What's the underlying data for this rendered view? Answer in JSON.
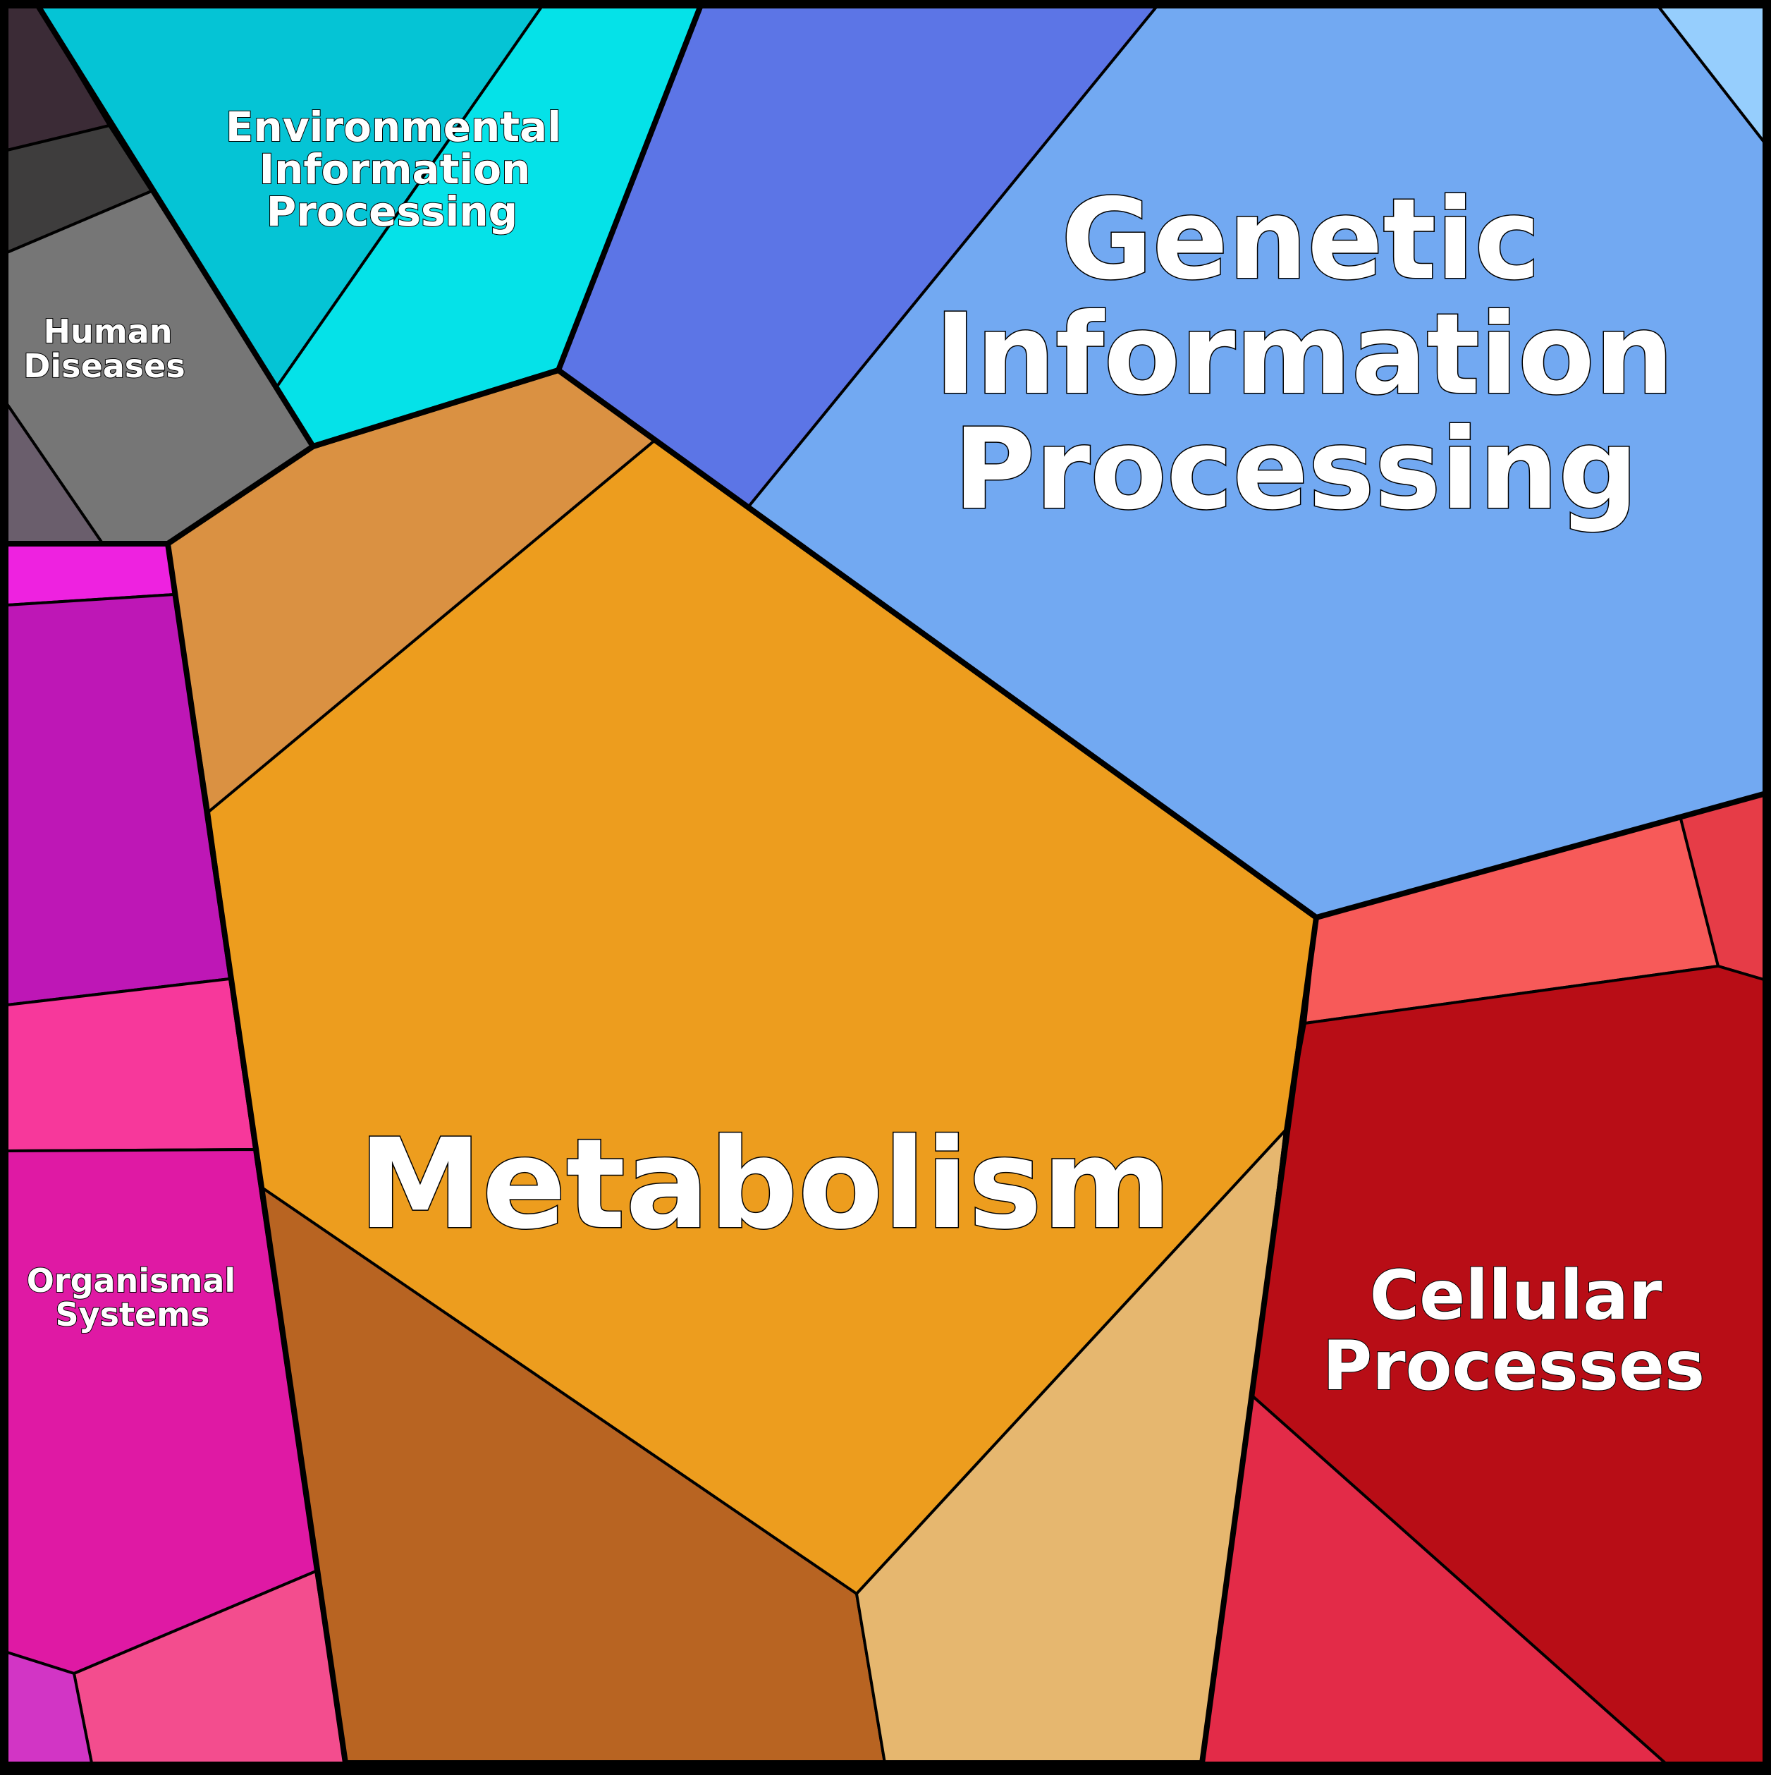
{
  "diagram": {
    "labels": {
      "metabolism": "Metabolism",
      "genetic_line1": "Genetic",
      "genetic_line2": "Information",
      "genetic_line3": "Processing",
      "environmental_line1": "Environmental",
      "environmental_line2": "Information",
      "environmental_line3": "Processing",
      "human_line1": "Human",
      "human_line2": "Diseases",
      "organismal_line1": "Organismal",
      "organismal_line2": "Systems",
      "cellular_line1": "Cellular",
      "cellular_line2": "Processes"
    },
    "colors": {
      "metabolism_main": "#ED9D1E",
      "metabolism_top": "#DA9142",
      "metabolism_bottom_left": "#B86422",
      "metabolism_bottom_right": "#E6B76F",
      "genetic_main": "#72A9F2",
      "genetic_left": "#5C75E6",
      "genetic_corner": "#96CEFD",
      "environmental_left": "#05C4D5",
      "environmental_right": "#05E2E8",
      "human_top": "#3B2B36",
      "human_dark": "#3E3D3D",
      "human_gray": "#767676",
      "human_bottom": "#6A5E6C",
      "organismal_stripe": "#EE22E0",
      "organismal_purple": "#BE17B6",
      "organismal_pink": "#F7389B",
      "organismal_magenta": "#DF19A4",
      "organismal_bottom_right": "#F34D8E",
      "organismal_bottom_left": "#D235C5",
      "cellular_salmon": "#F75A59",
      "cellular_red_small": "#E63C47",
      "cellular_dark_red": "#B80D16",
      "cellular_crimson": "#E32B48"
    }
  }
}
